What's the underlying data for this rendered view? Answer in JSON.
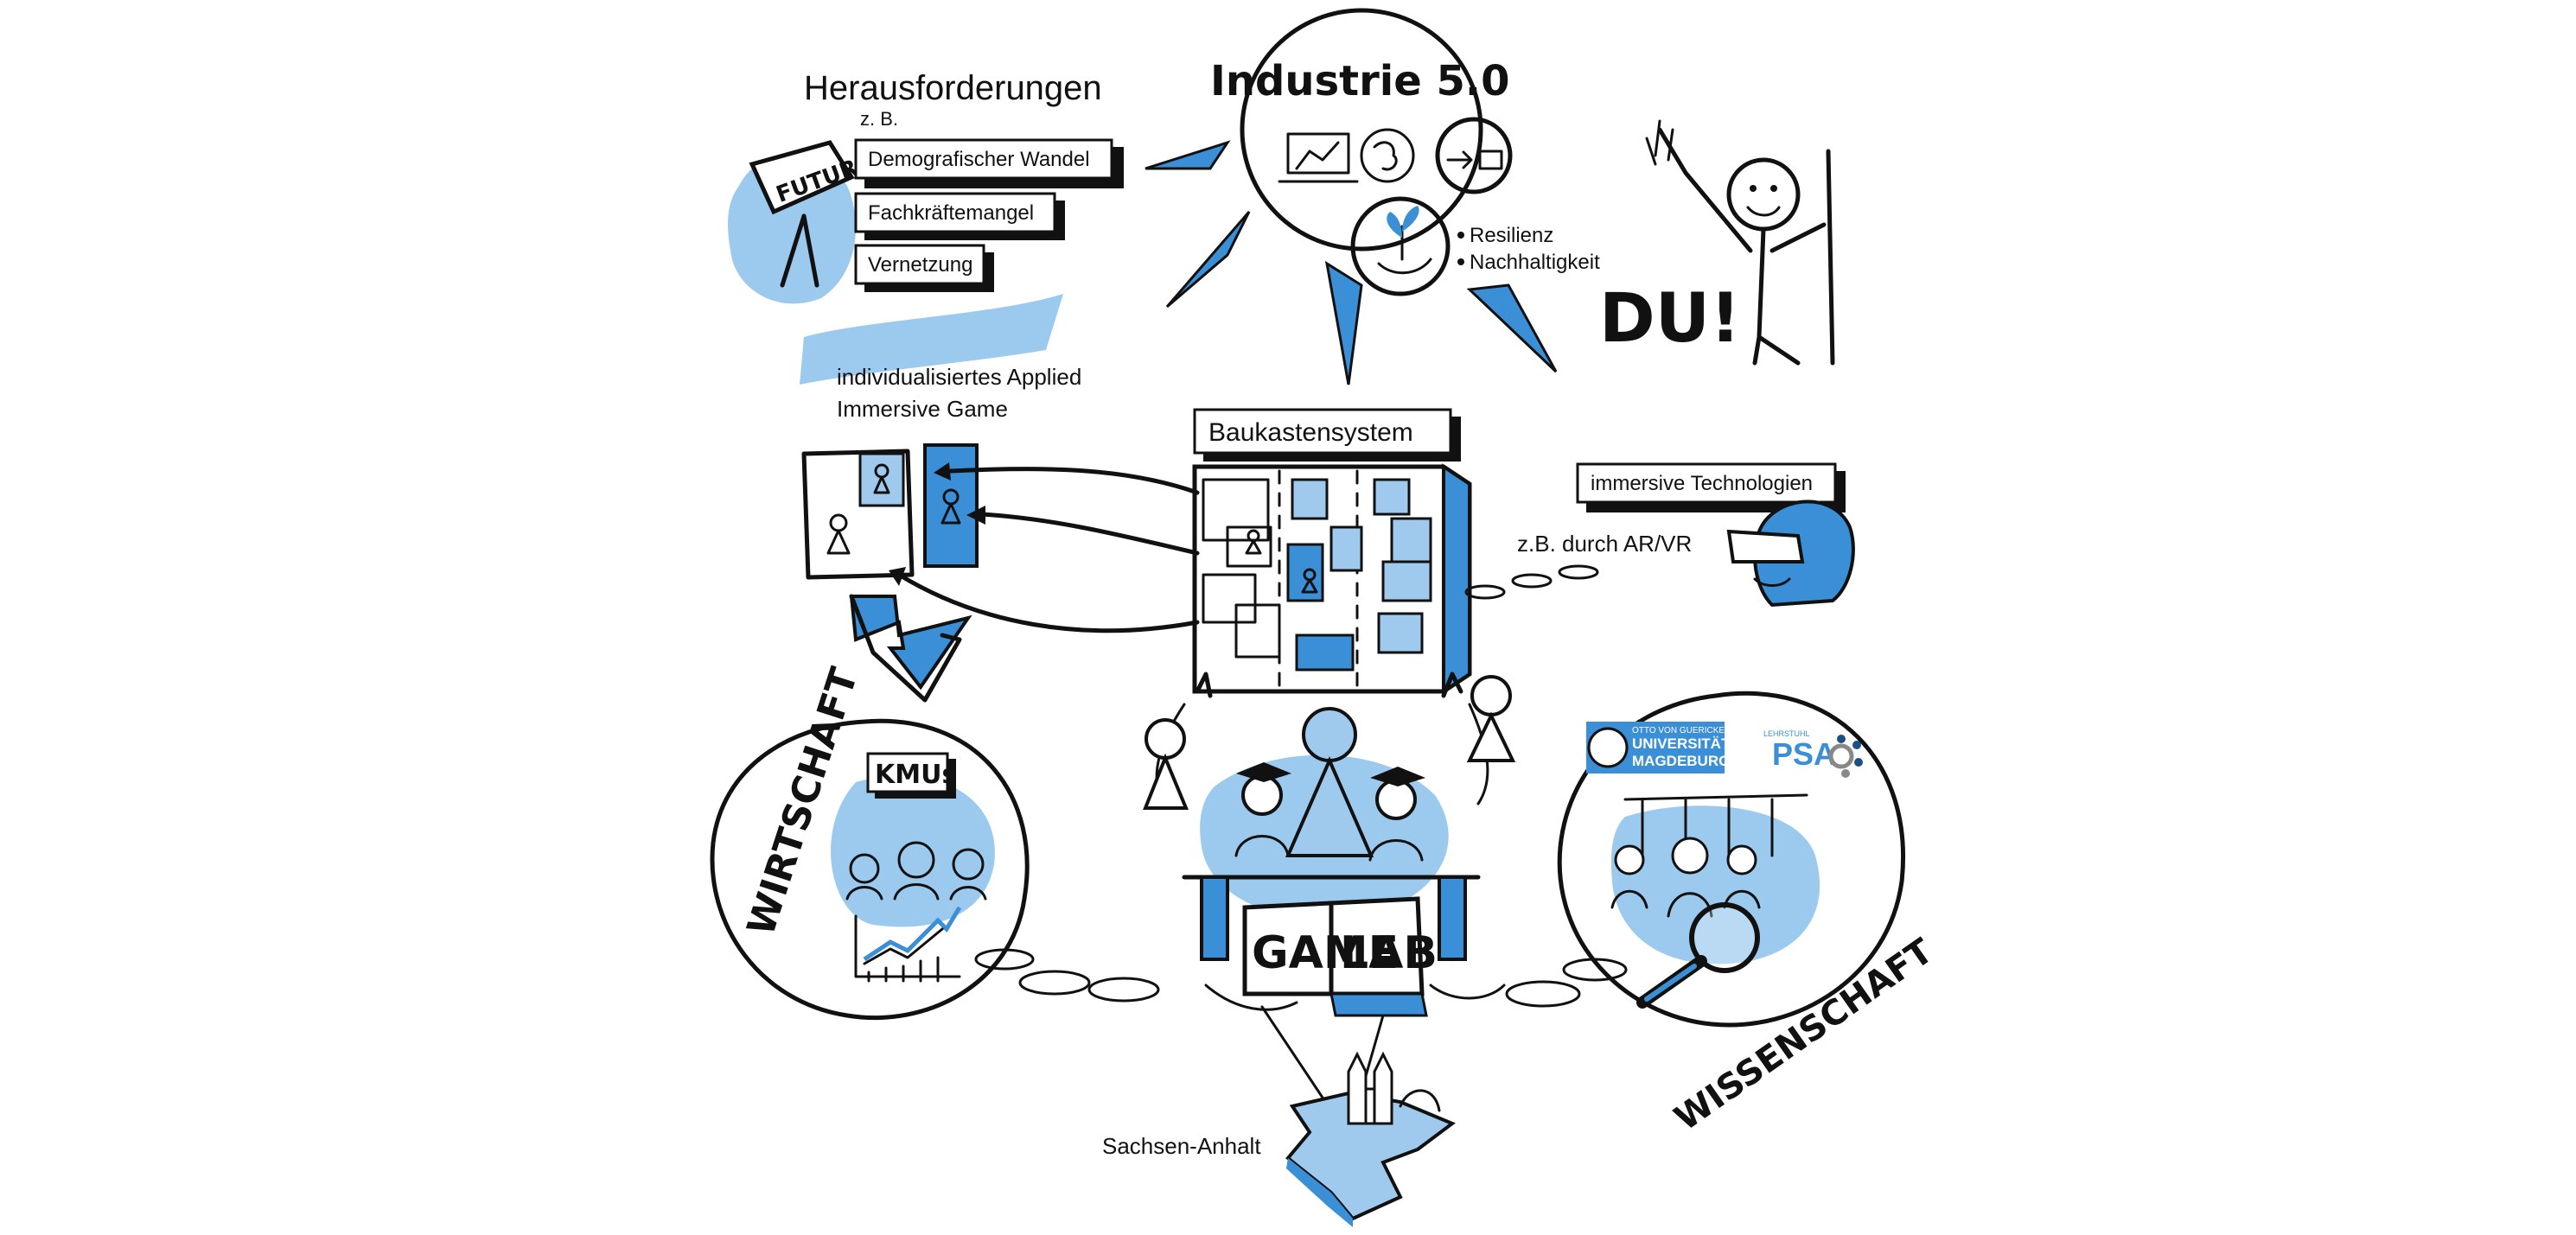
{
  "challenges": {
    "title": "Herausforderungen",
    "example_prefix": "z. B.",
    "items": [
      "Demografischer Wandel",
      "Fachkräftemangel",
      "Vernetzung"
    ],
    "sign_text": "FUTURE"
  },
  "industrie": {
    "title": "Industrie 5.0",
    "bullets": [
      "Resilienz",
      "Nachhaltigkeit"
    ]
  },
  "du_label": "DU!",
  "game": {
    "label": "individualisiertes Applied Immersive Game",
    "line1": "individualisiertes Applied",
    "line2": "Immersive Game"
  },
  "baukasten": {
    "title": "Baukastensystem"
  },
  "immersive": {
    "title": "immersive Technologien",
    "subtitle": "z.B. durch AR/VR"
  },
  "wirtschaft": {
    "title": "WIRTSCHAFT",
    "kmu": "KMUs"
  },
  "gamelab": {
    "word1": "GAME",
    "word2": "LAB"
  },
  "wissenschaft": {
    "title": "WISSENSCHAFT",
    "uni_small": "OTTO VON GUERICKE",
    "uni_line1": "UNIVERSITÄT",
    "uni_line2": "MAGDEBURG",
    "chair_small": "LEHRSTUHL",
    "chair": "PSA"
  },
  "region": {
    "label": "Sachsen-Anhalt"
  },
  "colors": {
    "accent": "#3a8fd6",
    "accent_light": "#9fcaee",
    "ink": "#111111"
  }
}
